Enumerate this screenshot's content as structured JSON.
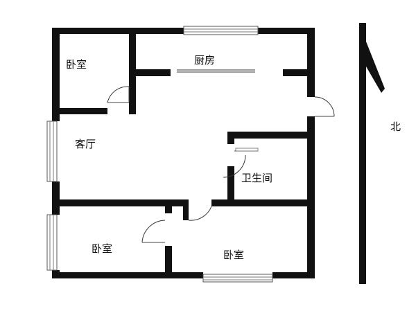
{
  "rooms": {
    "bedroom_top_left": "卧室",
    "kitchen": "厨房",
    "living_room": "客厅",
    "bathroom": "卫生间",
    "bedroom_bottom_left": "卧室",
    "bedroom_bottom_right": "卧室"
  },
  "compass": {
    "north_label": "北",
    "icon": "north-arrow-icon"
  },
  "colors": {
    "wall": "#111111",
    "background": "#ffffff"
  }
}
